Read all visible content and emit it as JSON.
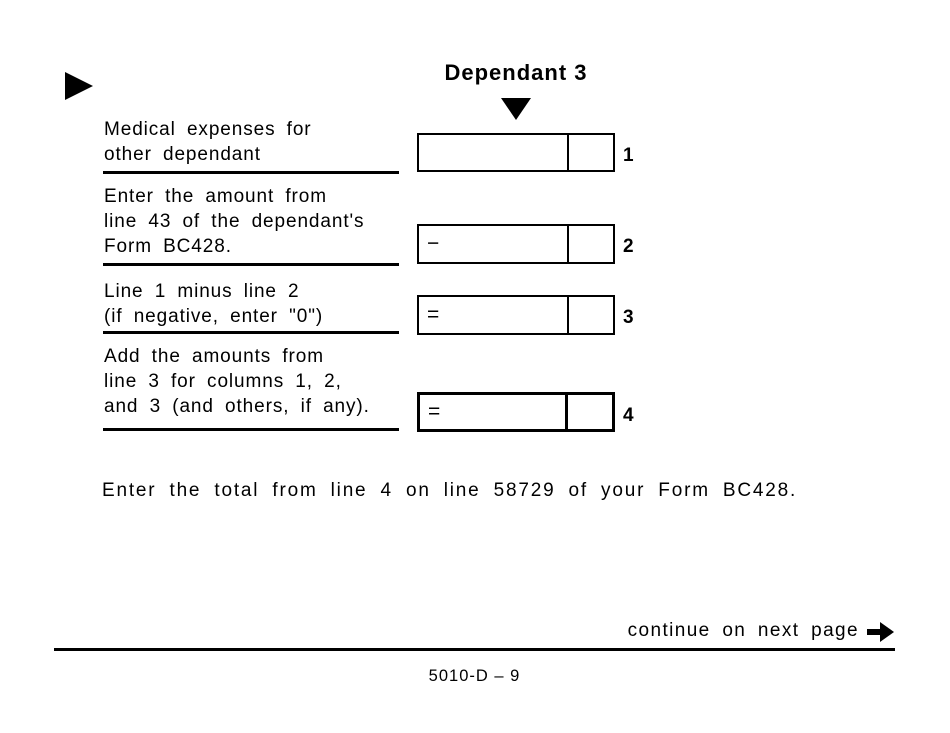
{
  "colors": {
    "ink": "#000000",
    "background": "#ffffff"
  },
  "icons": {
    "start_marker": "right-pointing-triangle",
    "column_pointer": "down-pointing-triangle",
    "next_page": "bold-right-arrow"
  },
  "header": {
    "column_title": "Dependant 3"
  },
  "rows": [
    {
      "label": "Medical expenses for\nother dependant",
      "sign": "",
      "line_number": "1"
    },
    {
      "label": "Enter the amount from\nline 43 of the dependant's\nForm BC428.",
      "sign": "−",
      "line_number": "2"
    },
    {
      "label": "Line 1 minus line 2\n(if negative, enter \"0\")",
      "sign": "=",
      "line_number": "3"
    },
    {
      "label": "Add the amounts from\nline 3 for columns 1, 2,\nand 3 (and others, if any).",
      "sign": "=",
      "line_number": "4"
    }
  ],
  "instruction": "Enter the total from line 4 on line 58729 of your Form BC428.",
  "footer": {
    "continue_text": "continue on next page",
    "page_label": "5010-D – 9"
  }
}
